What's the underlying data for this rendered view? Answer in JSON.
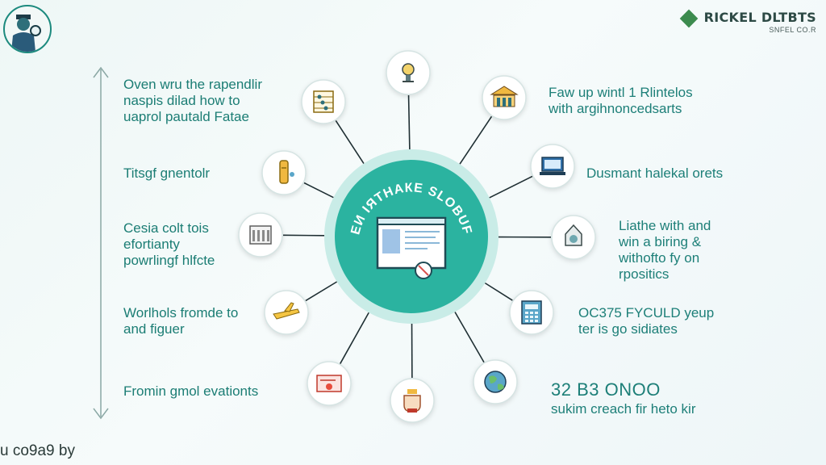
{
  "brand": {
    "name": "RICKEL DLTBTS",
    "sub": "SNFEL CO.R"
  },
  "hub": {
    "label": "ЕИ ІЯТНАКЕ SLOBUF",
    "icon": "web-page-icon"
  },
  "left_labels": [
    {
      "text": "Oven wru the rapendlir\nnaspis dilad how to\nuaprol pautald Fatae"
    },
    {
      "text": "Titsgf gnentolr"
    },
    {
      "text": "Cesia colt tois\nefortianty\npowrlingf hlfcte"
    },
    {
      "text": "Worlhols fromde to\nand figuer"
    },
    {
      "text": "Fromin gmol evationts"
    }
  ],
  "right_labels": [
    {
      "text": "Faw up wintl 1 Rlintelos\nwith argihnoncedsarts"
    },
    {
      "text": "Dusmant halekal orets"
    },
    {
      "text": "Liathe with and\nwin a biring &\nwithofto fy on\nrpositics"
    },
    {
      "text": "OC375 FYCULD yeup\nter is go sidiates"
    },
    {
      "text": "32 B3 ONOO",
      "style": "big"
    },
    {
      "text": "sukim creach fir heto kir"
    }
  ],
  "footer": {
    "text": "u co9a9 by"
  },
  "nodes": [
    {
      "icon": "lamp-icon"
    },
    {
      "icon": "bank-icon"
    },
    {
      "icon": "laptop-icon"
    },
    {
      "icon": "lantern-icon"
    },
    {
      "icon": "calculator-icon"
    },
    {
      "icon": "globe-icon"
    },
    {
      "icon": "hand-icon"
    },
    {
      "icon": "certificate-icon"
    },
    {
      "icon": "plane-icon"
    },
    {
      "icon": "courthouse-icon"
    },
    {
      "icon": "test-tube-icon"
    },
    {
      "icon": "abacus-icon"
    }
  ],
  "colors": {
    "accent": "#2bb3a0",
    "accent_light": "#c9ece7",
    "text": "#1b7d74"
  }
}
